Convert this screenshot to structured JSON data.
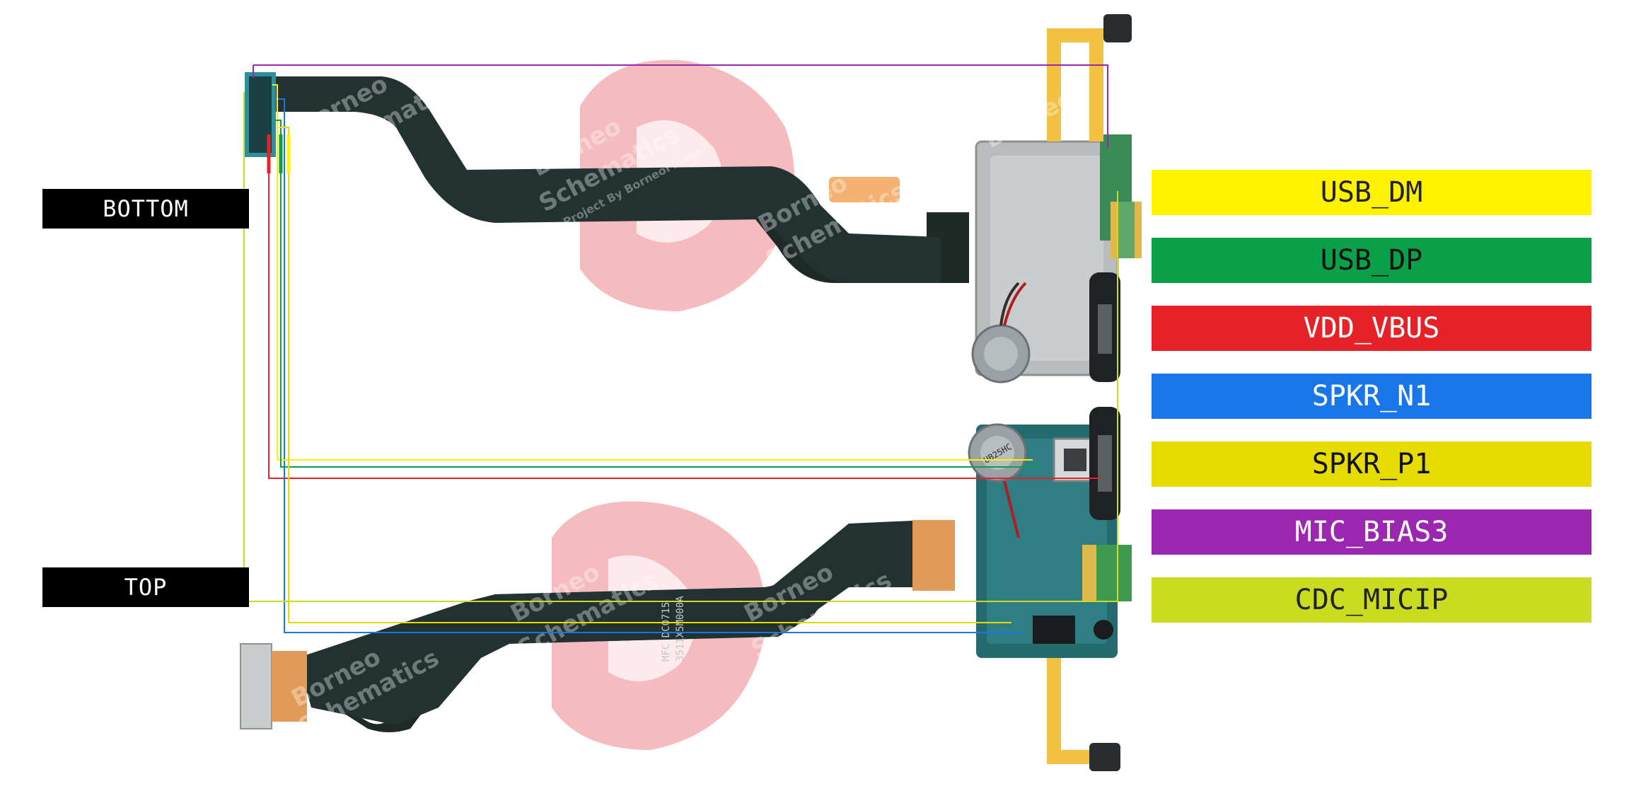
{
  "board_labels": {
    "bottom": "BOTTOM",
    "top": "TOP"
  },
  "legend": [
    {
      "label": "USB_DM",
      "color": "#fff200",
      "text_color": "#222222"
    },
    {
      "label": "USB_DP",
      "color": "#0aa04a",
      "text_color": "#111111"
    },
    {
      "label": "VDD_VBUS",
      "color": "#e52227",
      "text_color": "#ffffff"
    },
    {
      "label": "SPKR_N1",
      "color": "#1976e8",
      "text_color": "#ffffff"
    },
    {
      "label": "SPKR_P1",
      "color": "#e6dc00",
      "text_color": "#111111"
    },
    {
      "label": "MIC_BIAS3",
      "color": "#9b27b0",
      "text_color": "#ffffff"
    },
    {
      "label": "CDC_MICIP",
      "color": "#c9dc1f",
      "text_color": "#222222"
    }
  ],
  "watermark": {
    "brand_line1": "Borneo",
    "brand_line2": "Schematics",
    "credit": "Project By BorneoFlasher",
    "color": "#f2a5aa"
  },
  "flex_printing": {
    "line1": "MFC DC0715",
    "line2": "3511X5M000A"
  },
  "component_marking": "UB25HC"
}
